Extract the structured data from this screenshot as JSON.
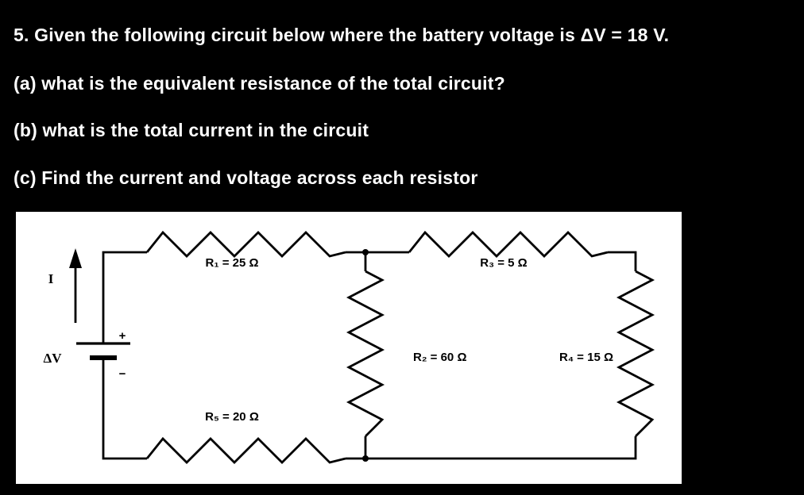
{
  "question": {
    "title": "5.  Given the following circuit below where the battery voltage is ΔV = 18 V.",
    "part_a": "(a) what is the equivalent resistance of the total circuit?",
    "part_b": "(b) what is the total current in the circuit",
    "part_c": "(c) Find the current and voltage across each resistor"
  },
  "circuit": {
    "battery_label": "ΔV",
    "battery_plus": "+",
    "battery_minus": "−",
    "current_label": "I",
    "r1_label": "R₁ = 25 Ω",
    "r2_label": "R₂ = 60 Ω",
    "r3_label": "R₃ = 5 Ω",
    "r4_label": "R₄ = 15 Ω",
    "r5_label": "R₅ = 20 Ω"
  },
  "colors": {
    "background": "#000000",
    "text": "#ffffff",
    "diagram_background": "#ffffff",
    "diagram_stroke": "#000000"
  }
}
